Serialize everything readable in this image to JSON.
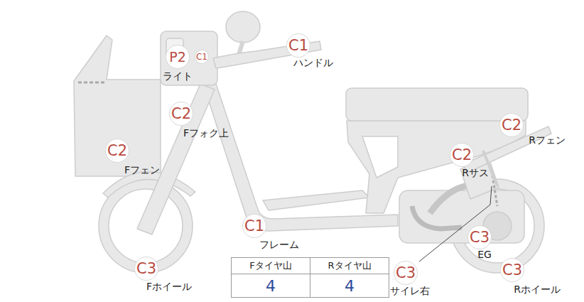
{
  "diagram": {
    "nodes": [
      {
        "text": [
          "P2",
          "ライト"
        ]
      },
      {
        "text": [
          "C1"
        ]
      },
      {
        "text": [
          "C1",
          "ハンドル"
        ]
      },
      {
        "text": [
          "C2",
          "Fフォク上"
        ]
      },
      {
        "text": [
          "C2",
          "Fフェン"
        ]
      },
      {
        "text": [
          "C2",
          "Rフェン"
        ]
      },
      {
        "text": [
          "C2",
          "Rサス"
        ]
      },
      {
        "text": [
          "C1",
          "フレーム"
        ]
      },
      {
        "text": [
          "C3",
          "EG"
        ]
      },
      {
        "text": [
          "C3",
          "サイレ右"
        ]
      },
      {
        "text": [
          "C3",
          "Fホイール"
        ]
      },
      {
        "text": [
          "C3",
          "Rホイール"
        ]
      }
    ],
    "labels": [
      "Fタイヤ山",
      "Rタイヤ山",
      "4",
      "4"
    ]
  }
}
